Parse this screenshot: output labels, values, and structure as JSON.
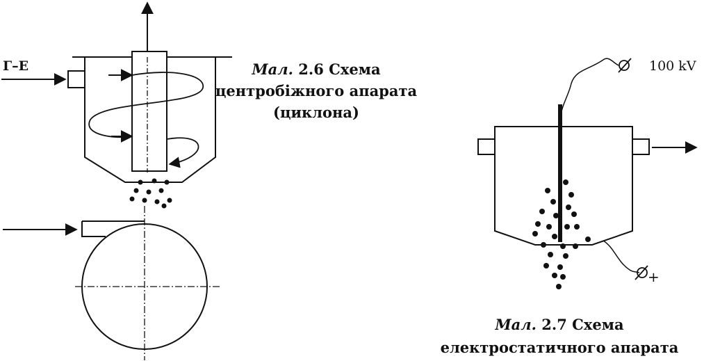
{
  "figure1": {
    "label_gas": "Г–Е",
    "caption_prefix": "Мал.",
    "caption_number": "2.6 Схема",
    "caption_line2": "центробіжного апарата",
    "caption_line3": "(циклона)"
  },
  "figure2": {
    "voltage_label": "100 kV",
    "plus_label": "+",
    "caption_prefix": "Мал.",
    "caption_number": "2.7 Схема",
    "caption_line2": "електростатичного апарата"
  },
  "colors": {
    "ink": "#111111",
    "background": "#ffffff"
  }
}
